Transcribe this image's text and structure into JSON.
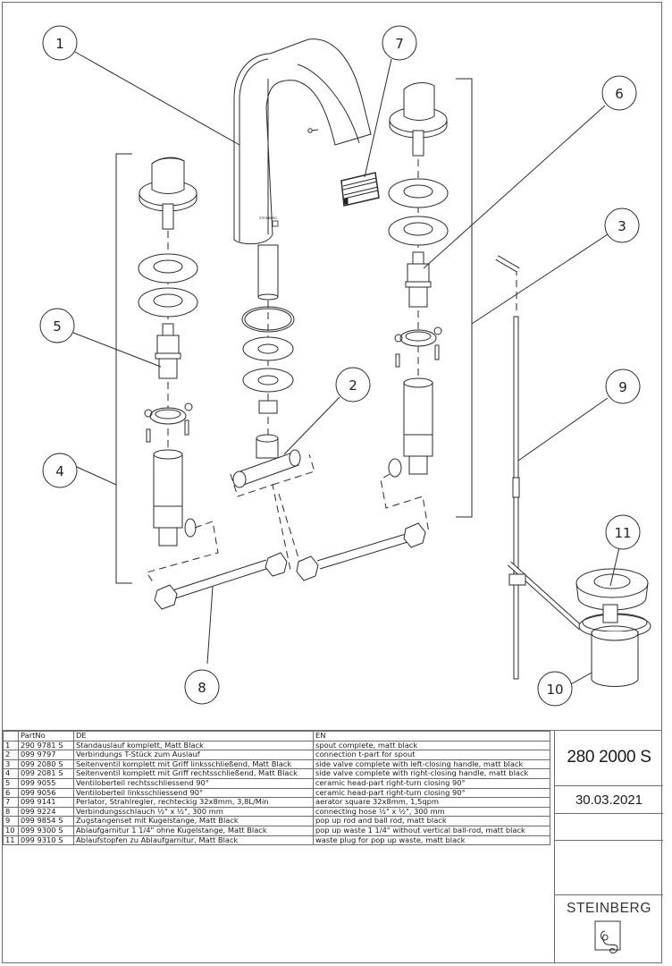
{
  "document": {
    "title_block": {
      "product_number": "280 2000 S",
      "date": "30.03.2021",
      "brand": "STEINBERG",
      "logo_icon": "steinberg-logo-icon"
    },
    "parts_table": {
      "headers": {
        "no": "",
        "part_no": "PartNo",
        "de": "DE",
        "en": "EN"
      },
      "rows": [
        {
          "no": "1",
          "part_no": "290 9781 S",
          "de": "Standauslauf komplett, Matt Black",
          "en": "spout complete, matt black"
        },
        {
          "no": "2",
          "part_no": "099 9797",
          "de": "Verbindungs T-Stück zum Auslauf",
          "en": "connection t-part for spout"
        },
        {
          "no": "3",
          "part_no": "099 2080 S",
          "de": "Seitenventil komplett mit Griff linksschließend, Matt Black",
          "en": "side valve complete with left-closing handle, matt black"
        },
        {
          "no": "4",
          "part_no": "099 2081 S",
          "de": "Seitenventil komplett mit Griff rechtsschließend, Matt Black",
          "en": "side valve complete with right-closing handle, matt black"
        },
        {
          "no": "5",
          "part_no": "099 9055",
          "de": "Ventiloberteil rechtsschliessend 90°",
          "en": "ceramic head-part right-turn closing 90°"
        },
        {
          "no": "6",
          "part_no": "099 9056",
          "de": "Ventiloberteil linksschliessend 90°",
          "en": "ceramic head-part right-turn closing 90°"
        },
        {
          "no": "7",
          "part_no": "099 9141",
          "de": "Perlator, Strahlregler, rechteckig 32x8mm, 3,8L/Min",
          "en": "aerator square 32x8mm, 1,5qpm"
        },
        {
          "no": "8",
          "part_no": "099 9224",
          "de": "Verbindungsschlauch  ½\" x  ½\", 300 mm",
          "en": "connecting hose ½\" x  ½\", 300 mm"
        },
        {
          "no": "9",
          "part_no": "099 9854 S",
          "de": "Zugstangenset mit Kugelstange, Matt Black",
          "en": "pop up rod and ball rod, matt black"
        },
        {
          "no": "10",
          "part_no": "099 9300 S",
          "de": "Ablaufgarnitur 1 1/4\" ohne Kugelstange, Matt Black",
          "en": "pop up waste 1 1/4\" without vertical ball-rod, matt black"
        },
        {
          "no": "11",
          "part_no": "099 9310 S",
          "de": "Ablaufstopfen zu Ablaufgarnitur, Matt Black",
          "en": "waste plug for pop up waste, matt black"
        }
      ]
    },
    "callouts": [
      "1",
      "2",
      "3",
      "4",
      "5",
      "6",
      "7",
      "8",
      "9",
      "10",
      "11"
    ],
    "spout_marking": "STEINBERG"
  }
}
